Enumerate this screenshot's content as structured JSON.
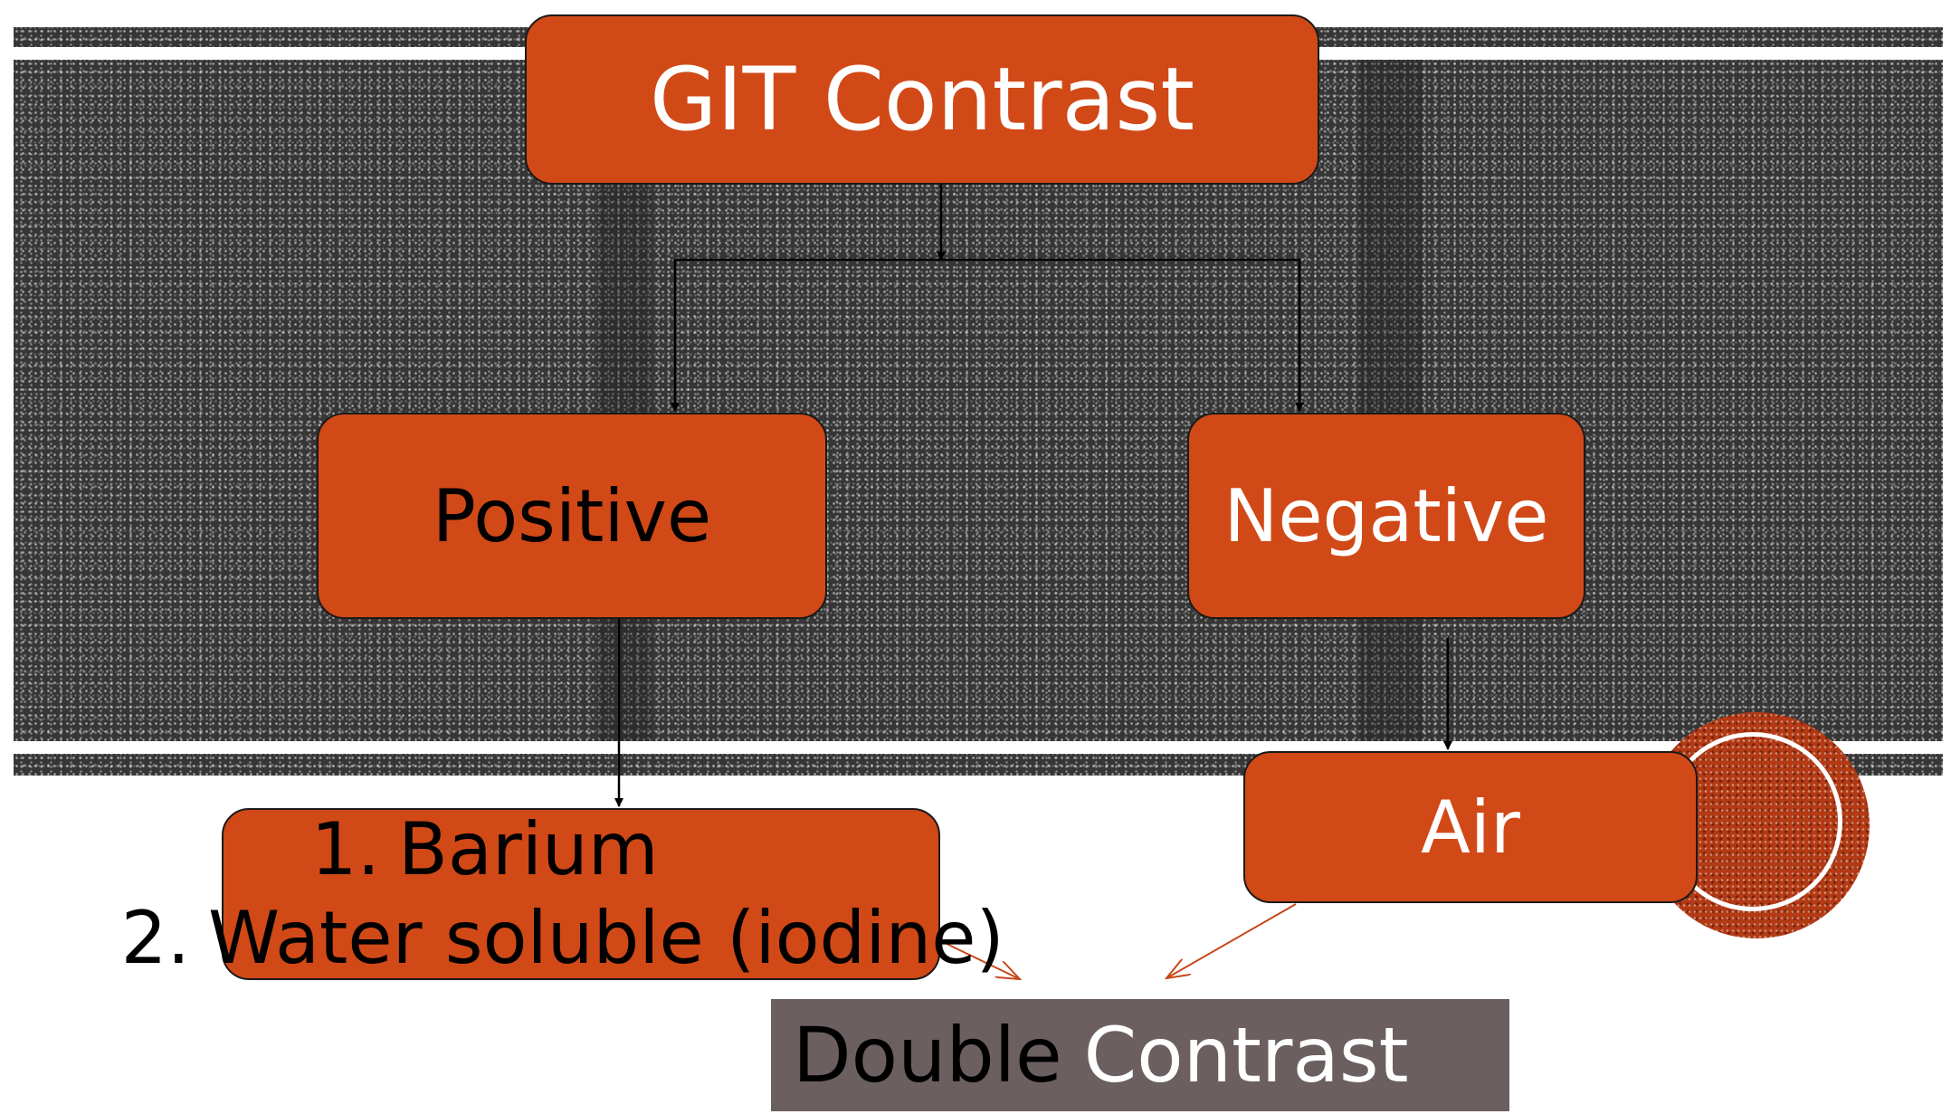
{
  "diagram": {
    "root": "GIT Contrast",
    "positive": "Positive",
    "negative": "Negative",
    "air": "Air",
    "positive_items": [
      "Barium",
      "Water soluble (iodine)"
    ],
    "positive_numbers": [
      "1.",
      "2."
    ],
    "double_contrast": {
      "word1": "Double",
      "word2": "Contrast"
    }
  },
  "colors": {
    "node_fill": "#d14917",
    "background_texture": "#363636",
    "double_box": "#6b5f5f",
    "accent_arrow": "#c8471a"
  }
}
